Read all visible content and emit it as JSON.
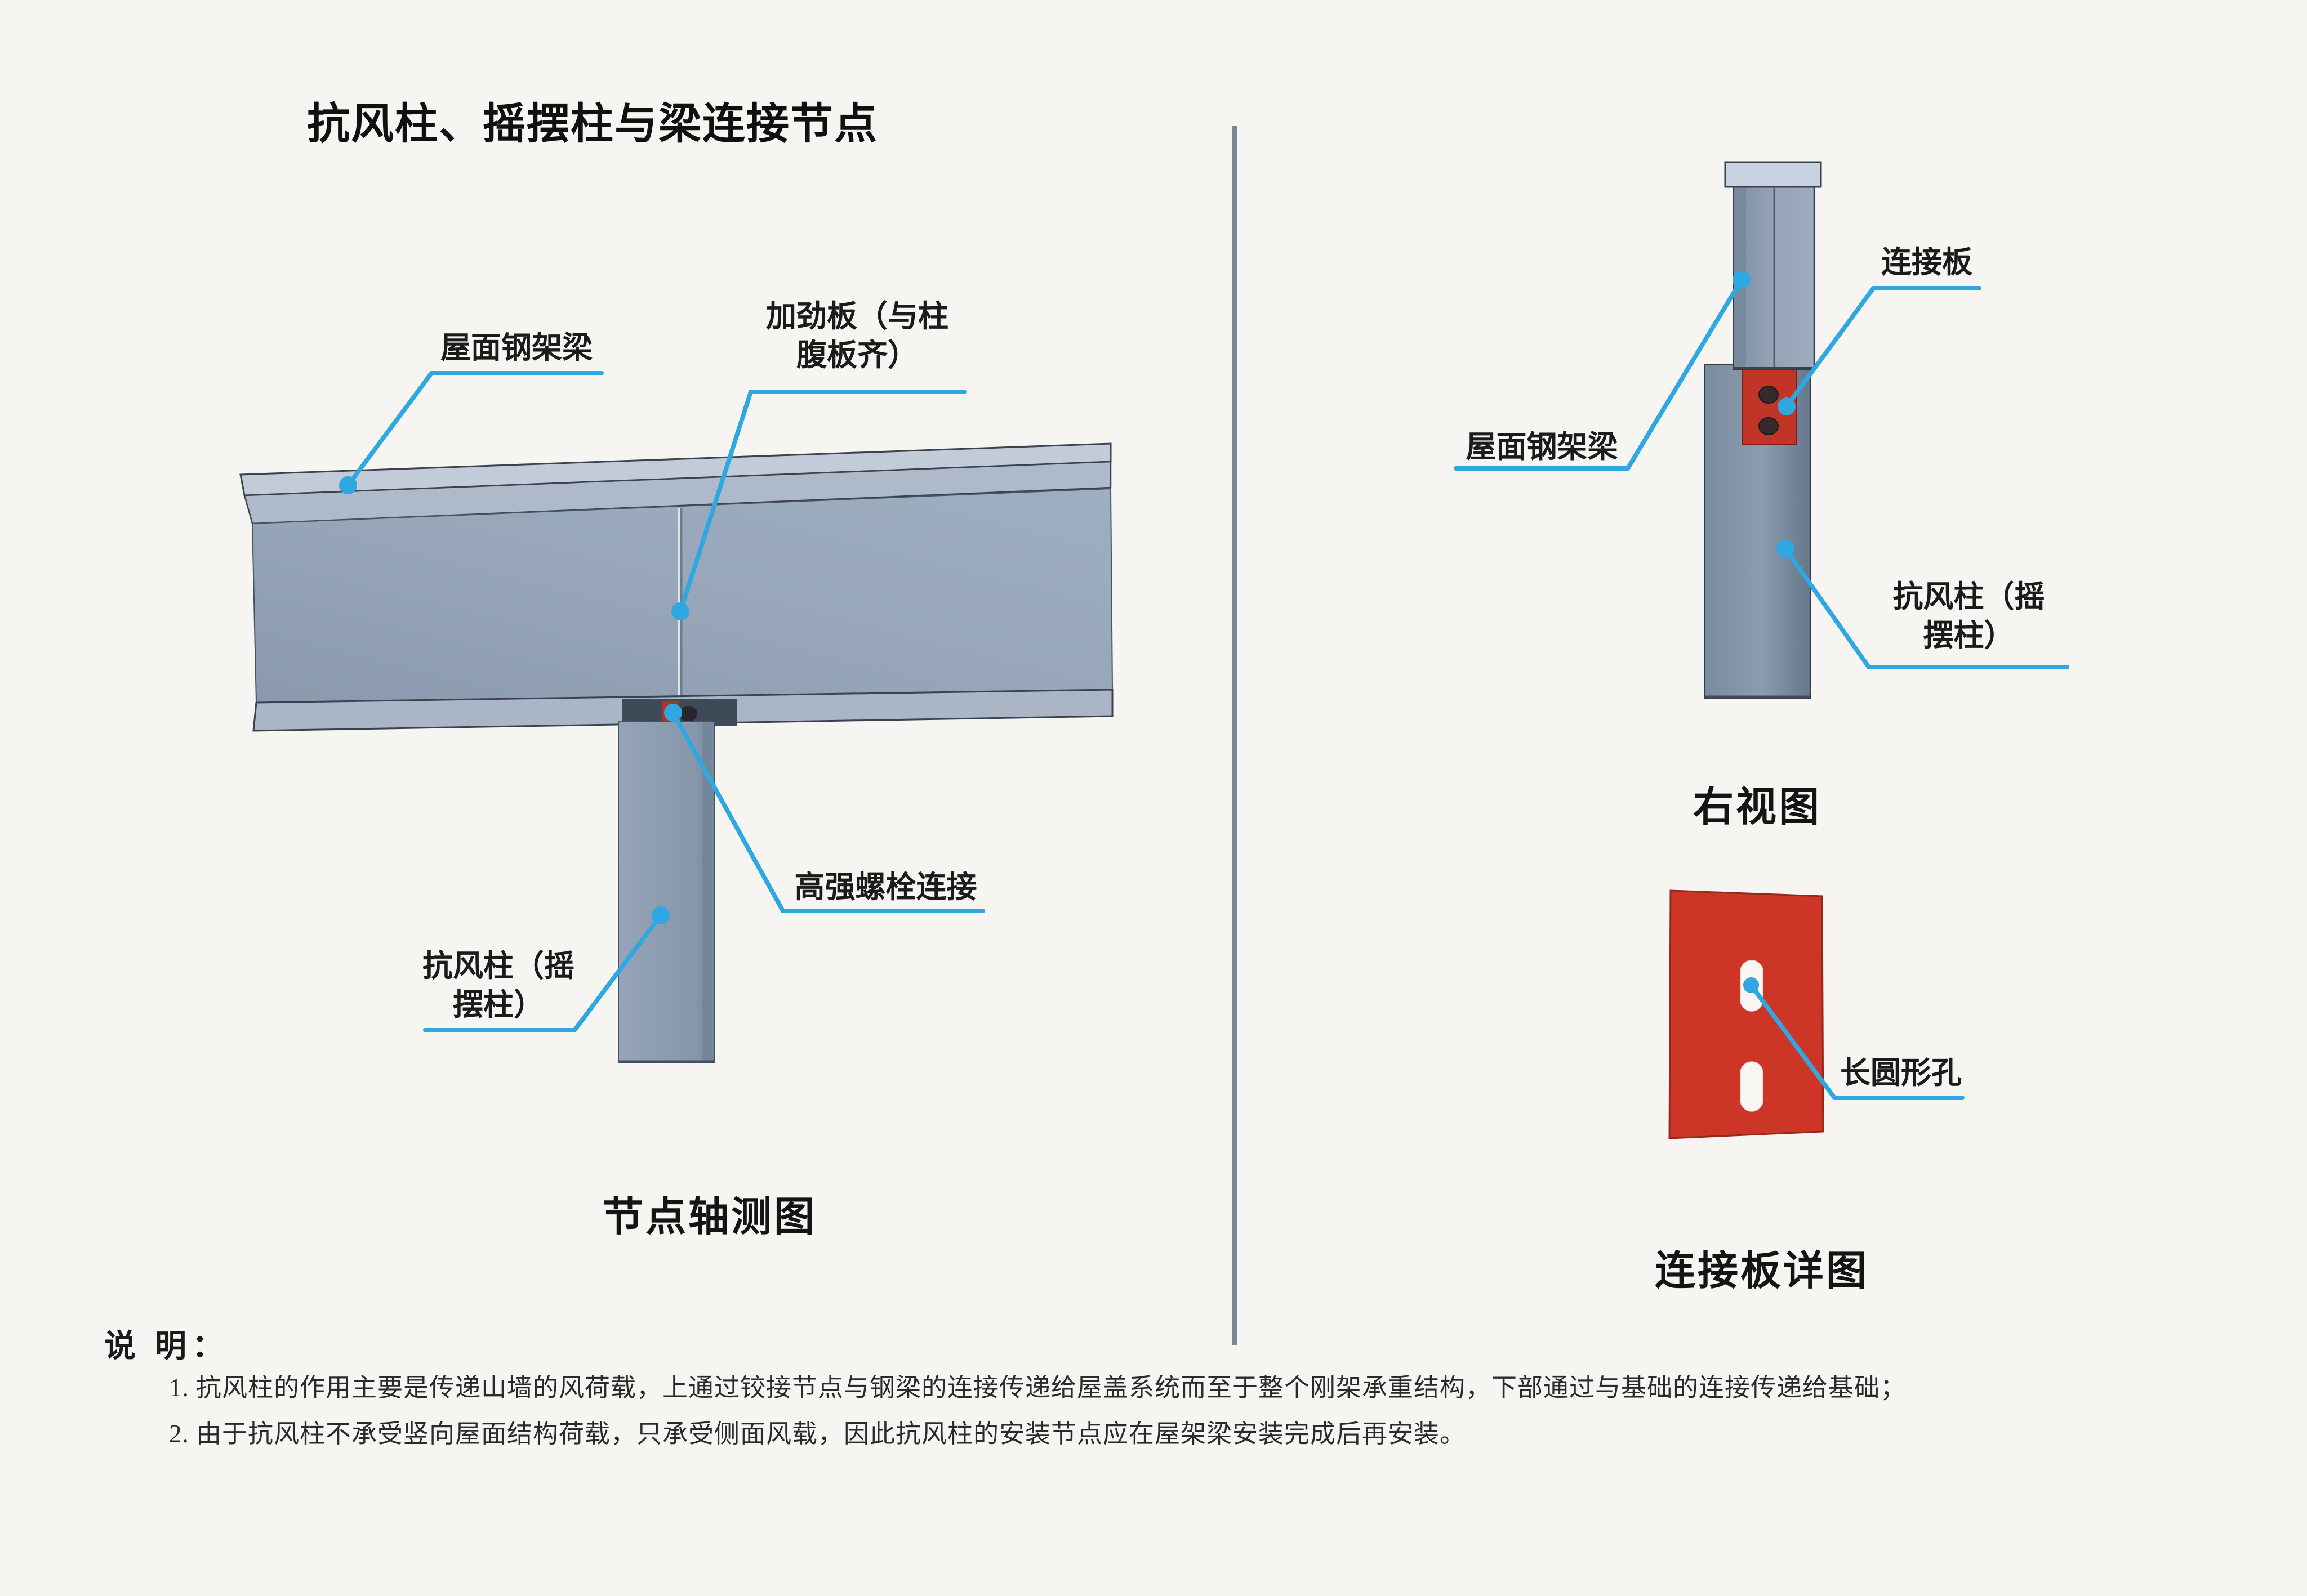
{
  "title": "抗风柱、摇摆柱与梁连接节点",
  "colors": {
    "background": "#f7f5f2",
    "leader_blue": "#2fa7e0",
    "plate_red": "#c23426",
    "steel_light": "#b7c2d2",
    "steel_mid": "#96a5b8",
    "steel_dark": "#76879b",
    "divider_gray": "#7e8894"
  },
  "axon_view": {
    "caption": "节点轴测图",
    "labels": {
      "roof_beam": "屋面钢架梁",
      "stiffener_line1": "加劲板（与柱",
      "stiffener_line2": "腹板齐）",
      "bolt": "高强螺栓连接",
      "column_line1": "抗风柱（摇",
      "column_line2": "摆柱）"
    }
  },
  "right_view": {
    "caption": "右视图",
    "labels": {
      "conn_plate": "连接板",
      "roof_beam": "屋面钢架梁",
      "column_line1": "抗风柱（摇",
      "column_line2": "摆柱）"
    }
  },
  "plate_detail": {
    "caption": "连接板详图",
    "labels": {
      "slot_hole": "长圆形孔"
    }
  },
  "notes": {
    "header": "说 明：",
    "items": [
      "1. 抗风柱的作用主要是传递山墙的风荷载，上通过铰接节点与钢梁的连接传递给屋盖系统而至于整个刚架承重结构，下部通过与基础的连接传递给基础；",
      "2. 由于抗风柱不承受竖向屋面结构荷载，只承受侧面风载，因此抗风柱的安装节点应在屋架梁安装完成后再安装。"
    ]
  }
}
